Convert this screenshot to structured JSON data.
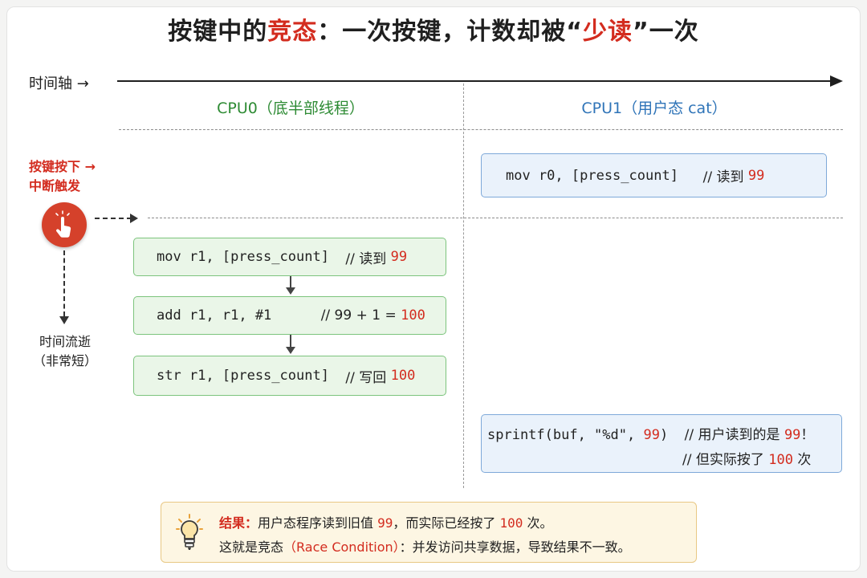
{
  "title": {
    "prefix": "按键中的",
    "highlight1": "竞态",
    "middle": "：一次按键，计数却被“",
    "highlight2": "少读",
    "suffix": "”一次"
  },
  "axis": {
    "label": "时间轴 →"
  },
  "columns": {
    "cpu0": "CPU0（底半部线程）",
    "cpu1": "CPU1（用户态 cat）"
  },
  "left_panel": {
    "event_line1": "按键按下 →",
    "event_line2": "中断触发",
    "time_flow_line1": "时间流逝",
    "time_flow_line2": "（非常短）"
  },
  "cpu1_read": {
    "code": "mov r0, [press_count]   ",
    "comment": "// 读到 ",
    "value": "99"
  },
  "cpu0_steps": [
    {
      "code": "mov r1, [press_count]  ",
      "comment": "// 读到 ",
      "value": "99",
      "tail": ""
    },
    {
      "code": "add r1, r1, #1      ",
      "comment": "// 99 + 1 = ",
      "value": "100",
      "tail": ""
    },
    {
      "code": "str r1, [press_count]  ",
      "comment": "// 写回 ",
      "value": "100",
      "tail": ""
    }
  ],
  "cpu1_print": {
    "line1_code": "sprintf(buf, \"%d\", ",
    "line1_arg": "99",
    "line1_close": ")  ",
    "line1_comment": "// 用户读到的是 ",
    "line1_value": "99",
    "line1_tail": "！",
    "line2_comment": "// 但实际按了 ",
    "line2_value": "100",
    "line2_tail": " 次"
  },
  "result": {
    "label": "结果：",
    "line1_a": "用户态程序读到旧值 ",
    "line1_v1": "99",
    "line1_b": "，而实际已经按了 ",
    "line1_v2": "100",
    "line1_c": " 次。",
    "line2_a": "这就是竞态",
    "line2_rc": "（Race Condition）",
    "line2_b": "：并发访问共享数据，导致结果不一致。"
  },
  "colors": {
    "accent_red": "#d32c1f",
    "cpu0_green": "#2e8b34",
    "cpu1_blue": "#2f74b8",
    "green_box_bg": "#eaf6e8",
    "blue_box_bg": "#eaf2fb",
    "result_bg": "#fdf6e3"
  },
  "icons": {
    "interrupt": "hand-press-icon",
    "result": "lightbulb-icon",
    "axis": "arrow-right-icon"
  }
}
